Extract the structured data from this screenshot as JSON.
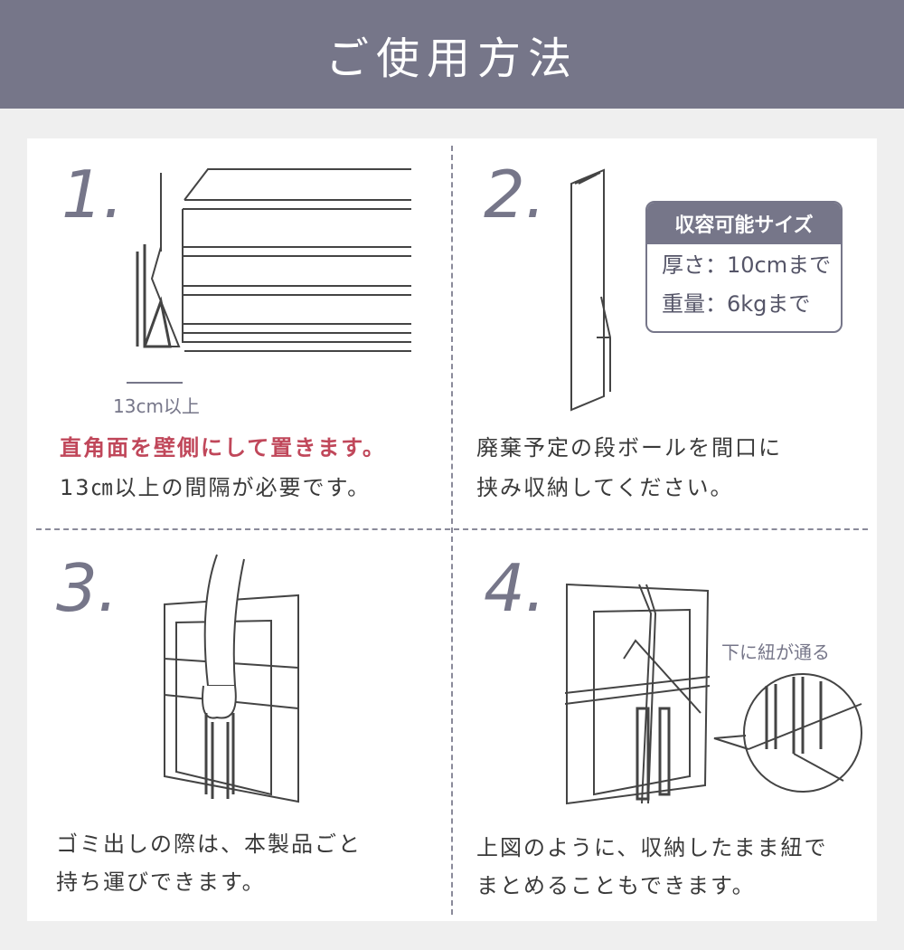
{
  "header": {
    "title": "ご使用方法"
  },
  "steps": [
    {
      "number": "1.",
      "highlight": "直角面を壁側にして置きます。",
      "text": "13㎝以上の間隔が必要です。",
      "dimension_label": "13cm以上"
    },
    {
      "number": "2.",
      "line1": "廃棄予定の段ボールを間口に",
      "line2": "挟み収納してください。",
      "capacity": {
        "title": "収容可能サイズ",
        "thickness": "厚さ：10cmまで",
        "weight": "重量：6kgまで"
      }
    },
    {
      "number": "3.",
      "line1": "ゴミ出しの際は、本製品ごと",
      "line2": "持ち運びできます。"
    },
    {
      "number": "4.",
      "line1": "上図のように、収納したまま紐で",
      "line2": "まとめることもできます。",
      "callout": "下に紐が通る"
    }
  ],
  "colors": {
    "header": "#767689",
    "accent": "#c0475a"
  }
}
